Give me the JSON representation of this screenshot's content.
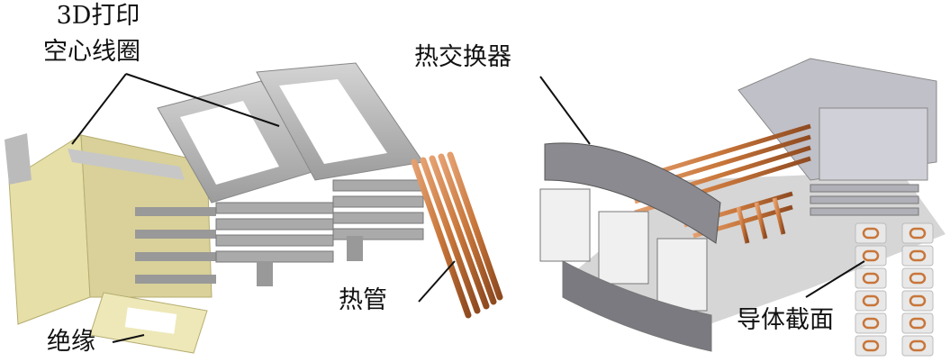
{
  "labels": {
    "coil_line1": "3D打印",
    "coil_line2": "空心线圈",
    "heat_exchanger": "热交换器",
    "heat_pipe": "热管",
    "insulation": "绝缘",
    "conductor_section": "导体截面"
  },
  "colors": {
    "coil_gray": "#b8b8b8",
    "insulation_yellow": "#e6dfa8",
    "copper": "#c8763a",
    "shadow": "#9a9a9a"
  }
}
